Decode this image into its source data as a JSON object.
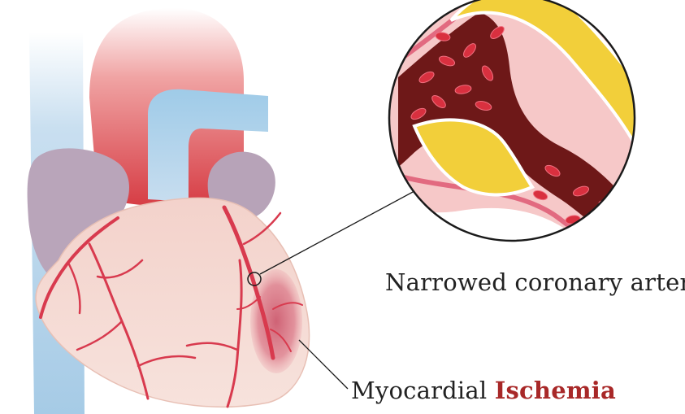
{
  "labels": {
    "artery": "Narrowed coronary artery",
    "ischemia_prefix": "Myocardial",
    "ischemia_emphasis": "Ischemia"
  },
  "colors": {
    "emphasis": "#a82828",
    "artery_red": "#d23a4a",
    "plaque_yellow": "#f2cf3a",
    "vena_blue": "#a9cde6",
    "aorta_red": "#e55a5e",
    "atrium_purple": "#b7a3b8",
    "myocardium": "#f6dcd3",
    "blood_dark": "#6e1818"
  }
}
